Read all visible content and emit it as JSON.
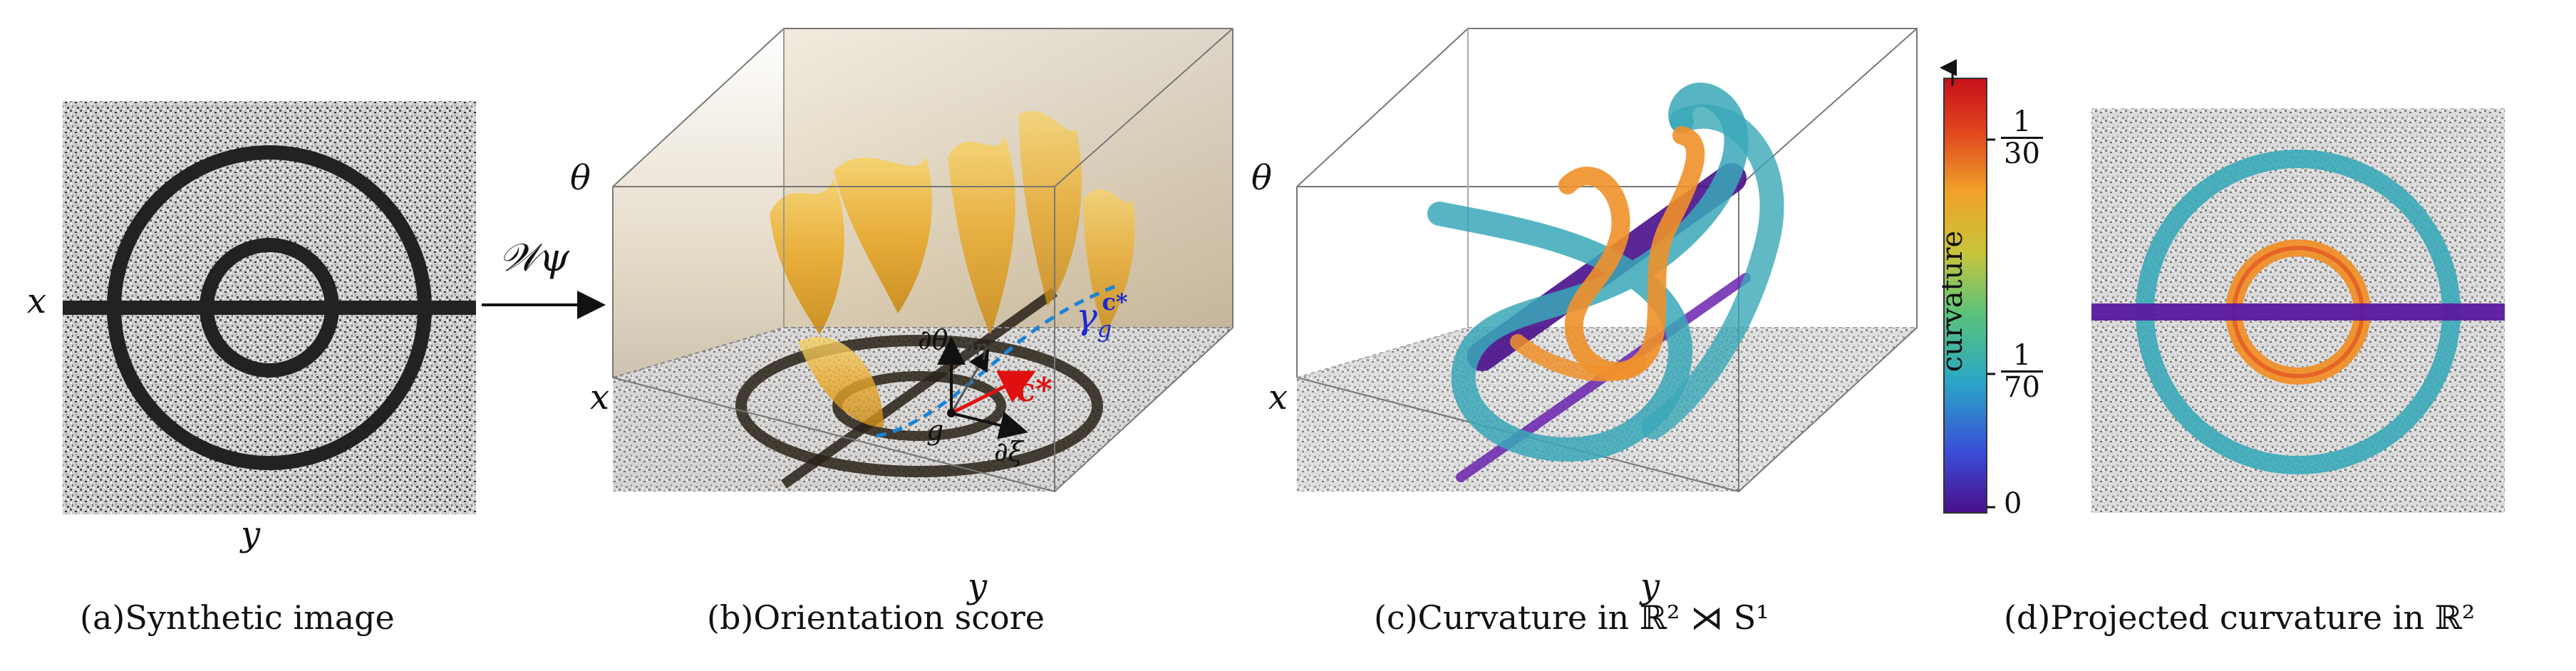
{
  "panels": {
    "a": {
      "caption": "(a)Synthetic image",
      "axis_x": "x",
      "axis_y": "y"
    },
    "b": {
      "caption": "(b)Orientation score",
      "operator": "𝒲ψ",
      "axis_theta": "θ",
      "axis_x": "x",
      "axis_y": "y",
      "annotations": {
        "d_theta": "∂θ",
        "d_eta": "∂η",
        "d_xi": "∂ξ",
        "g": "g",
        "c_star": "c*",
        "gamma": "γ",
        "gamma_sub": "g",
        "gamma_sup": "c*"
      }
    },
    "c": {
      "caption": "(c)Curvature in ℝ² ⋊ S¹",
      "axis_theta": "θ",
      "axis_x": "x",
      "axis_y": "y"
    },
    "colorbar": {
      "label": "curvature",
      "ticks": [
        {
          "num": "1",
          "den": "30",
          "value": 0.0333
        },
        {
          "num": "1",
          "den": "70",
          "value": 0.0143
        },
        {
          "label": "0",
          "value": 0
        }
      ],
      "colors": [
        "#4a0f8a",
        "#3a4ed8",
        "#2aa6c6",
        "#5bc37a",
        "#c9c43a",
        "#f0a12a",
        "#e0441e",
        "#c8101b"
      ]
    },
    "d": {
      "caption": "(d)Projected curvature in ℝ²"
    }
  }
}
